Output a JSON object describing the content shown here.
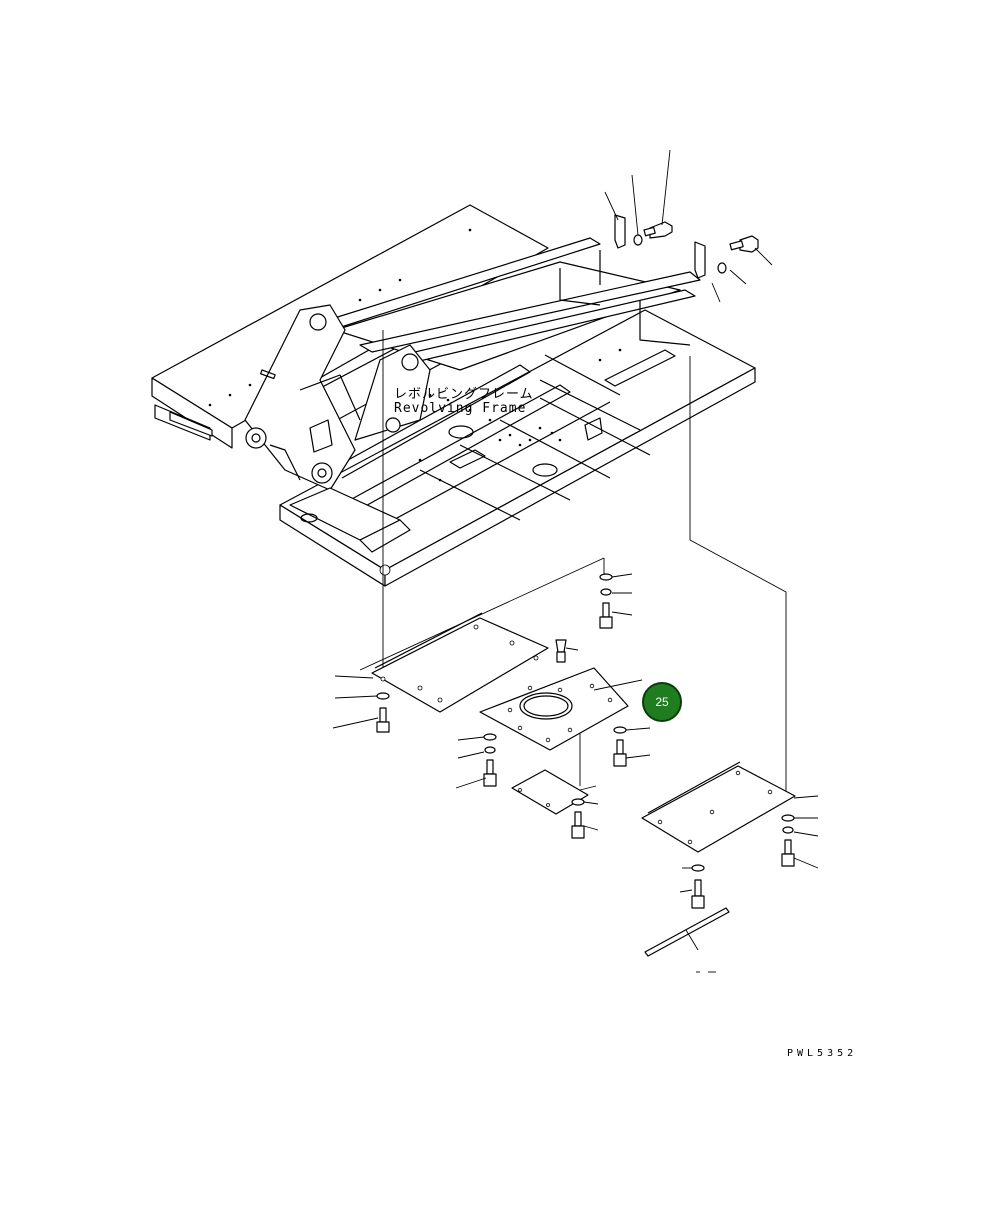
{
  "diagram": {
    "component_label_jp": "レボルビングフレーム",
    "component_label_en": "Revolving Frame",
    "callout_number": "25",
    "callout_color": "#1f7d1f",
    "drawing_number": "PWL5352"
  }
}
